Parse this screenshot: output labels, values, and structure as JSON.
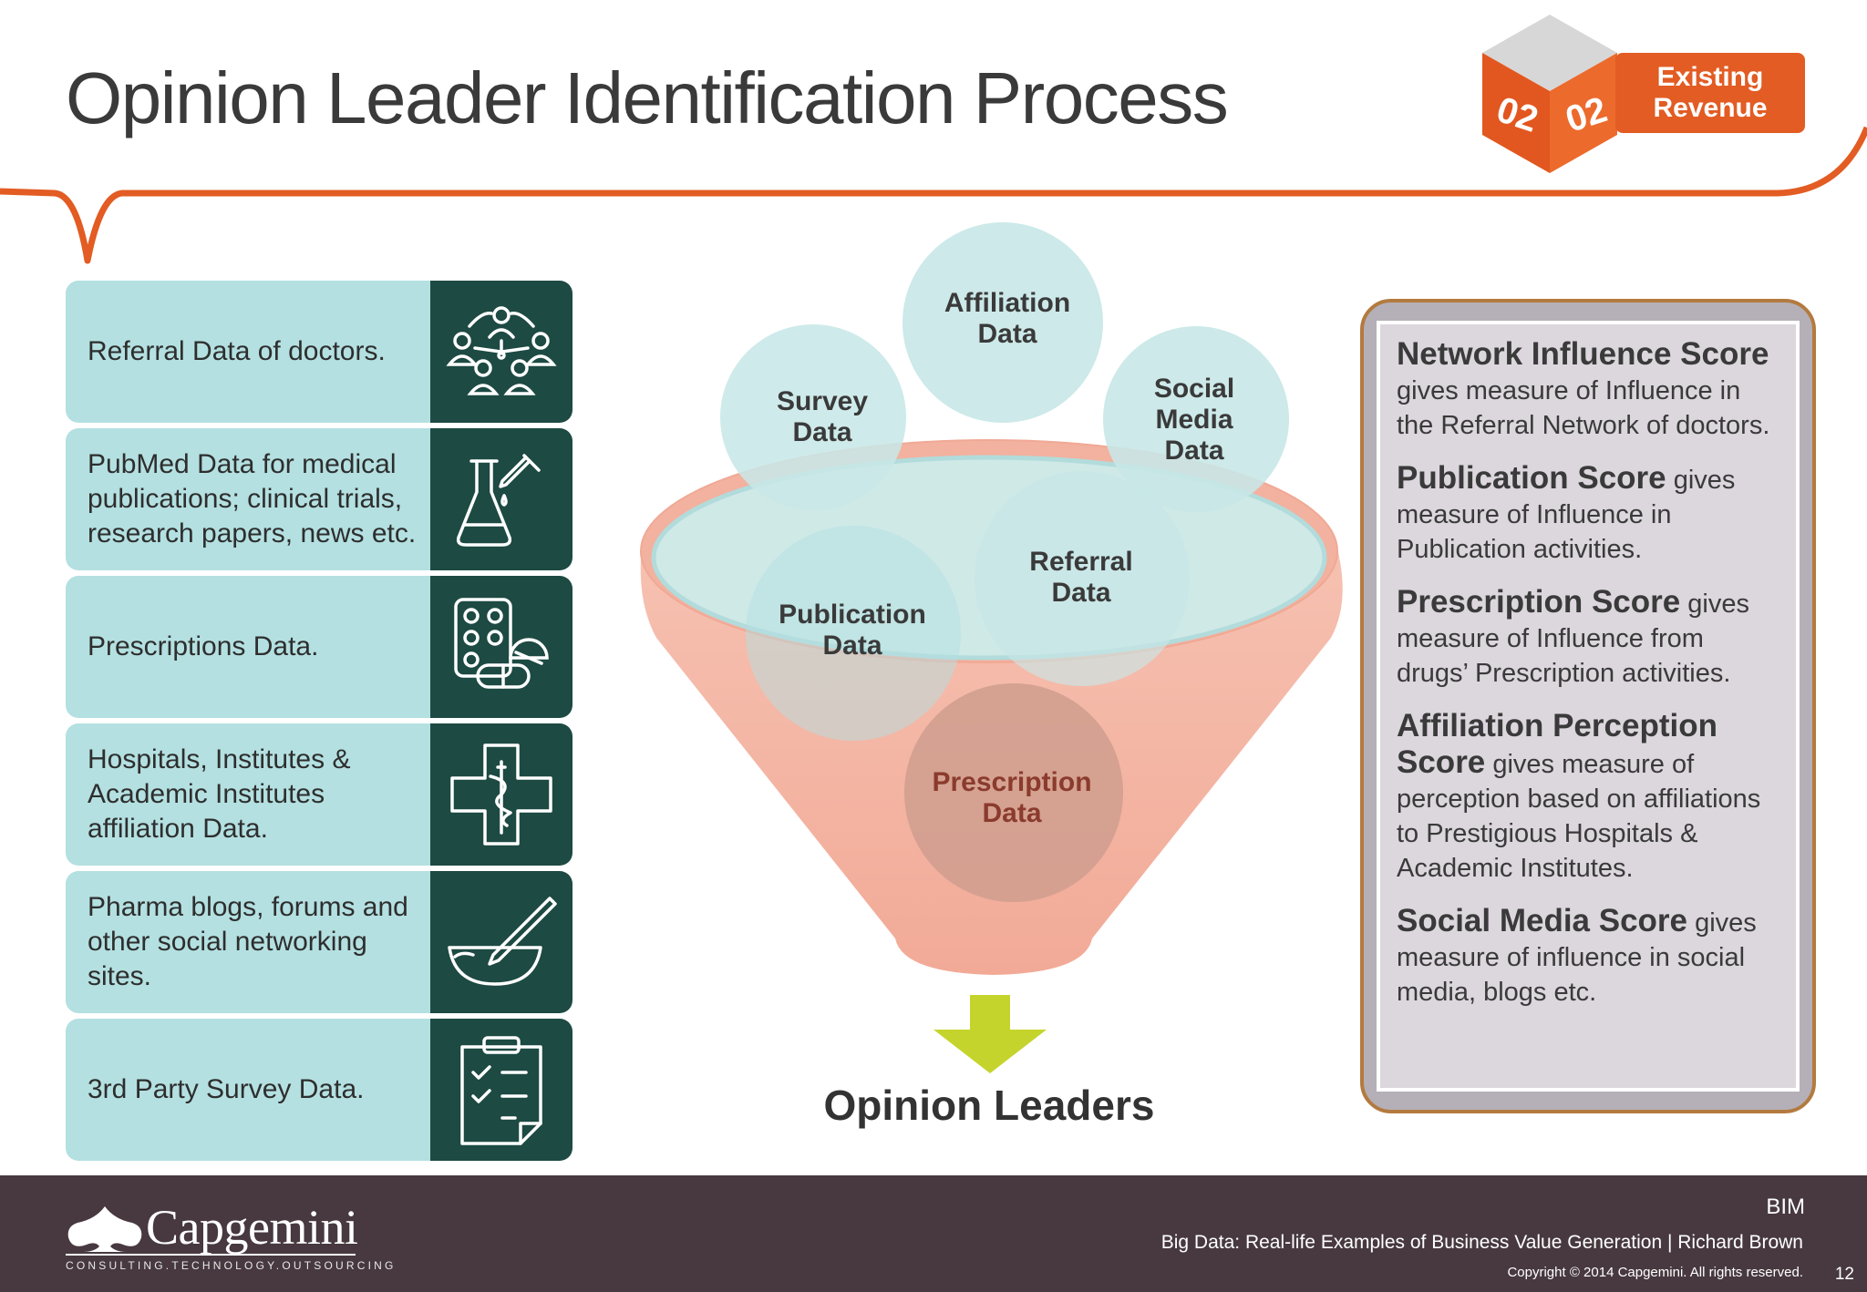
{
  "title": "Opinion Leader Identification Process",
  "badge": {
    "cube_left": "02",
    "cube_right": "02",
    "line1": "Existing",
    "line2": "Revenue"
  },
  "data_sources": [
    {
      "text": "Referral Data of doctors.",
      "icon": "doctor-network-icon"
    },
    {
      "text": "PubMed Data for medical publications; clinical trials, research papers, news etc.",
      "icon": "lab-flask-icon"
    },
    {
      "text": "Prescriptions Data.",
      "icon": "pills-icon"
    },
    {
      "text": "Hospitals, Institutes & Academic Institutes affiliation Data.",
      "icon": "medical-cross-icon"
    },
    {
      "text": "Pharma blogs, forums and other social networking sites.",
      "icon": "mortar-pestle-icon"
    },
    {
      "text": "3rd Party Survey Data.",
      "icon": "clipboard-checklist-icon"
    }
  ],
  "funnel": {
    "affiliation": "Affiliation Data",
    "survey": "Survey Data",
    "social": "Social Media Data",
    "referral": "Referral Data",
    "publication": "Publication Data",
    "prescription": "Prescription Data",
    "output": "Opinion Leaders"
  },
  "scores": [
    {
      "name": "Network Influence Score",
      "desc": "gives measure of Influence in the Referral Network of doctors."
    },
    {
      "name": "Publication Score",
      "desc": "gives measure of Influence in Publication activities."
    },
    {
      "name": "Prescription Score",
      "desc": "gives measure of Influence from drugs’ Prescription activities."
    },
    {
      "name": "Affiliation Perception Score",
      "desc": "gives measure of perception based on affiliations to Prestigious Hospitals & Academic Institutes."
    },
    {
      "name": "Social Media Score",
      "desc": "gives measure of influence in social media, blogs etc."
    }
  ],
  "footer": {
    "logo_word": "Capgemini",
    "logo_tagline": "CONSULTING.TECHNOLOGY.OUTSOURCING",
    "tag": "BIM",
    "presentation_title": "Big Data: Real-life Examples of Business Value Generation | Richard Brown",
    "copyright": "Copyright © 2014 Capgemini. All rights reserved.",
    "page": "12"
  },
  "colors": {
    "accent_orange": "#e25c23",
    "teal_light": "#b4e0e1",
    "teal_dark": "#1d4a43",
    "funnel_salmon": "#f4b6a6",
    "arrow_green": "#c5d42c",
    "footer_bg": "#47393f"
  }
}
